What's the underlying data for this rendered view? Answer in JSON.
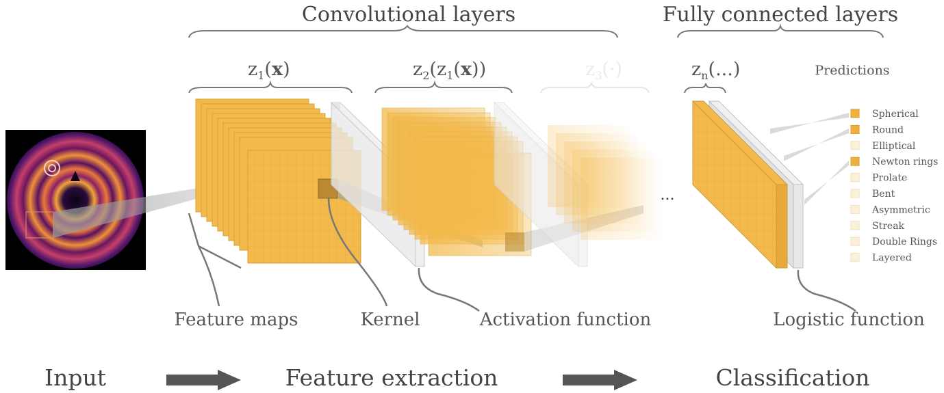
{
  "headers": {
    "conv": "Convolutional layers",
    "fc": "Fully connected layers"
  },
  "layer_labels": {
    "z1": {
      "base": "z",
      "sub": "1",
      "open": "(",
      "arg": "x",
      "close": ")"
    },
    "z2": {
      "base": "z",
      "sub": "2",
      "open": "(z",
      "sub2": "1",
      "open2": "(",
      "arg": "x",
      "close": "))"
    },
    "z3": {
      "base": "z",
      "sub": "3",
      "rest": "(·)"
    },
    "zn": {
      "base": "z",
      "sub": "n",
      "rest": "(...)"
    },
    "predictions": "Predictions"
  },
  "ellipsis": "...",
  "predictions": [
    {
      "label": "Spherical",
      "active": true
    },
    {
      "label": "Round",
      "active": true
    },
    {
      "label": "Elliptical",
      "active": false
    },
    {
      "label": "Newton rings",
      "active": true
    },
    {
      "label": "Prolate",
      "active": false
    },
    {
      "label": "Bent",
      "active": false
    },
    {
      "label": "Asymmetric",
      "active": false
    },
    {
      "label": "Streak",
      "active": false
    },
    {
      "label": "Double Rings",
      "active": false
    },
    {
      "label": "Layered",
      "active": false
    }
  ],
  "annotations": {
    "feature_maps": "Feature maps",
    "kernel": "Kernel",
    "activation": "Activation function",
    "logistic": "Logistic function"
  },
  "pipeline": {
    "input": "Input",
    "feature_extraction": "Feature extraction",
    "classification": "Classification"
  },
  "colors": {
    "feature_map": "#f3b94a",
    "feature_map_edge": "#c99a3a",
    "active_box": "#f0b03f",
    "inactive_box": "#fbf0d8",
    "activation_slab": "#eaeaea",
    "text": "#555555"
  }
}
